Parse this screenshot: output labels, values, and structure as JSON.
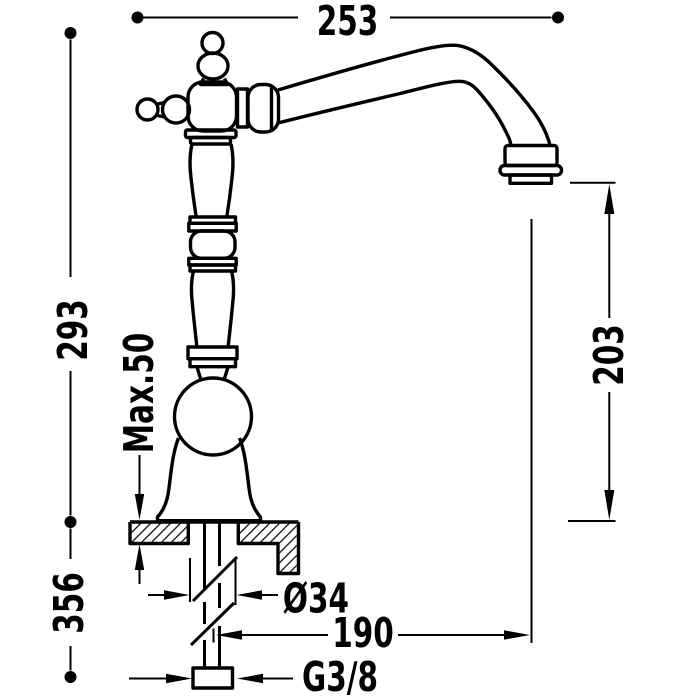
{
  "title": "Faucet dimensional technical drawing",
  "colors": {
    "line": "#000000",
    "background": "#ffffff"
  },
  "labels": {
    "depth": "253",
    "height_above_deck": "293",
    "total_height": "356",
    "max_deck_thickness": "Max.50",
    "spout_outlet_height": "203",
    "hole_diameter": "Ø34",
    "spout_reach": "190",
    "inlet_thread": "G3/8"
  }
}
